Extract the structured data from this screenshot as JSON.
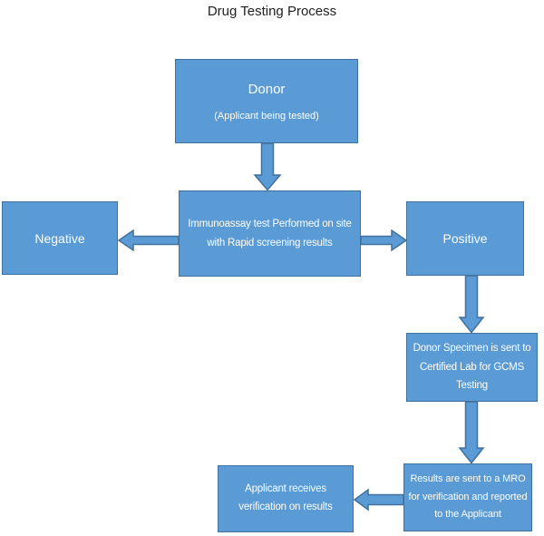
{
  "title": "Drug Testing Process",
  "colors": {
    "canvas_bg": "#FFFFFF",
    "node_fill": "#5B9BD5",
    "node_border": "#41719C",
    "node_text": "#FCFEFF",
    "title_text": "#1F1F1F"
  },
  "nodes": {
    "donor": {
      "label": "Donor",
      "sublabel": "(Applicant being tested)"
    },
    "immunoassay": {
      "label": "Immunoassay test Performed on site with Rapid screening results"
    },
    "negative": {
      "label": "Negative"
    },
    "positive": {
      "label": "Positive"
    },
    "specimen": {
      "label": "Donor Specimen is sent to Certified Lab for GCMS Testing"
    },
    "results": {
      "label": "Results are sent to a MRO for verification and reported to the Applicant"
    },
    "verification": {
      "label": "Applicant receives verification on results"
    }
  },
  "edges": [
    {
      "from": "donor",
      "to": "immunoassay",
      "direction": "down"
    },
    {
      "from": "immunoassay",
      "to": "negative",
      "direction": "left"
    },
    {
      "from": "immunoassay",
      "to": "positive",
      "direction": "right"
    },
    {
      "from": "positive",
      "to": "specimen",
      "direction": "down"
    },
    {
      "from": "specimen",
      "to": "results",
      "direction": "down"
    },
    {
      "from": "results",
      "to": "verification",
      "direction": "left"
    }
  ]
}
